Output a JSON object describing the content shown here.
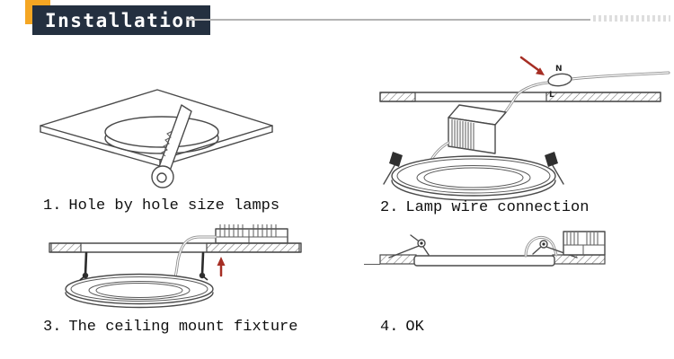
{
  "header": {
    "title": "Installation"
  },
  "colors": {
    "title_box_bg": "#243040",
    "title_text": "#ffffff",
    "accent_square": "#f5a623",
    "divider_line": "#b3b3b3",
    "line_art": "#4a4a4a",
    "arrow_red": "#a62e24",
    "caption_text": "#101010",
    "background": "#ffffff"
  },
  "steps": [
    {
      "number": "1.",
      "label": "Hole by hole size lamps"
    },
    {
      "number": "2.",
      "label": "Lamp wire connection"
    },
    {
      "number": "3.",
      "label": "The ceiling mount fixture"
    },
    {
      "number": "4.",
      "label": "OK"
    }
  ],
  "diagrams": {
    "step2": {
      "wire_labels": {
        "n": "N",
        "l": "L"
      }
    }
  }
}
